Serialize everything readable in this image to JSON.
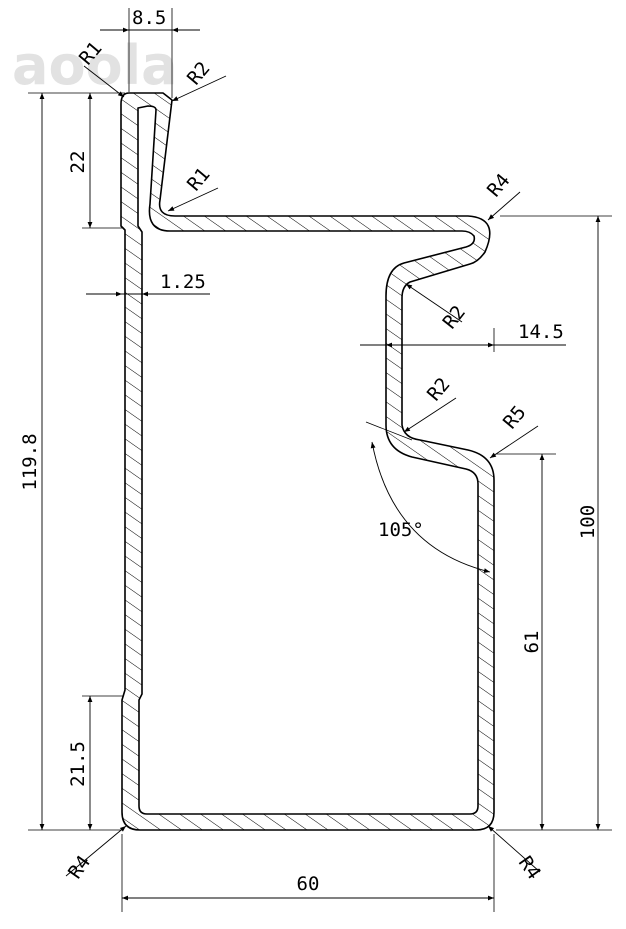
{
  "watermark": "aoola",
  "dimensions": {
    "top_width": "8.5",
    "overall_height": "119.8",
    "upper_height": "22",
    "lower_height": "21.5",
    "wall_thickness": "1.25",
    "right_height": "100",
    "lower_right_height": "61",
    "step_offset": "14.5",
    "bottom_width": "60",
    "angle": "105°"
  },
  "radii": {
    "r1_top": "R1",
    "r2_top": "R2",
    "r1_inner": "R1",
    "r4_top_right": "R4",
    "r2_step_top": "R2",
    "r2_step_bottom": "R2",
    "r5": "R5",
    "r4_bottom_left": "R4",
    "r4_bottom_right": "R4"
  },
  "colors": {
    "line": "#000000",
    "hatch": "#000000",
    "watermark": "#e2e2e2"
  }
}
